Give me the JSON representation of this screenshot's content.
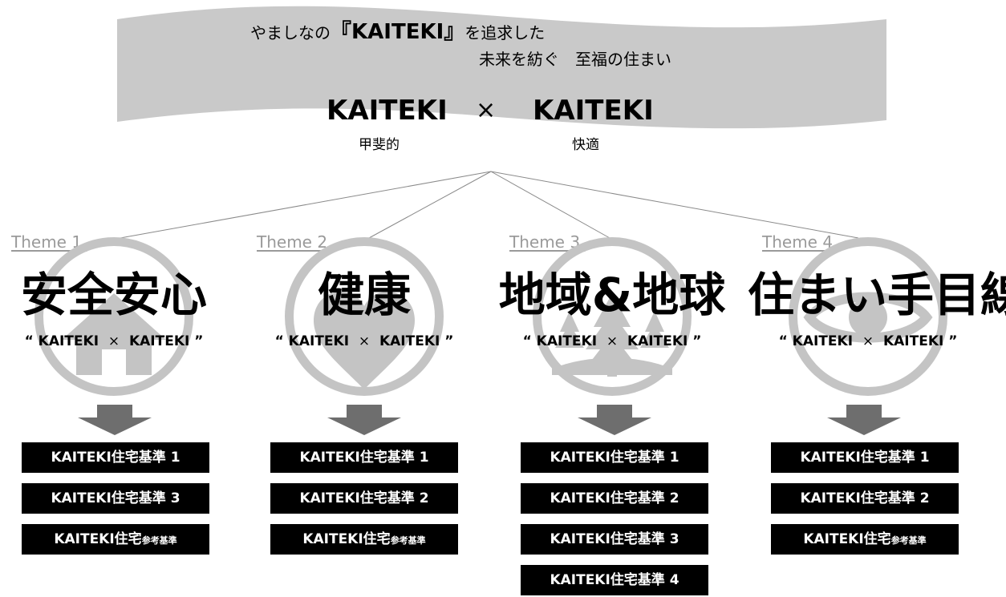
{
  "banner": {
    "line1_pre": "やましなの",
    "line1_open": "『",
    "line1_keyword": "KAITEKI",
    "line1_close": "』",
    "line1_post": "を追求した",
    "line2": "未来を紡ぐ　至福の住まい",
    "left_word": "KAITEKI",
    "times": "×",
    "right_word": "KAITEKI",
    "left_kanji": "甲斐的",
    "right_kanji": "快適"
  },
  "themes": [
    {
      "label": "Theme 1.",
      "title": "安全安心",
      "icon": "house-icon",
      "sub_open": "“ KAITEKI",
      "sub_x": "×",
      "sub_close": "KAITEKI ”",
      "badges": [
        {
          "main": "KAITEKI住宅基準 1",
          "suffix": ""
        },
        {
          "main": "KAITEKI住宅基準 3",
          "suffix": ""
        },
        {
          "main": "KAITEKI住宅",
          "suffix": "参考基準"
        }
      ]
    },
    {
      "label": "Theme 2.",
      "title": "健康",
      "icon": "heart-icon",
      "sub_open": "“ KAITEKI",
      "sub_x": "×",
      "sub_close": "KAITEKI ”",
      "badges": [
        {
          "main": "KAITEKI住宅基準 1",
          "suffix": ""
        },
        {
          "main": "KAITEKI住宅基準 2",
          "suffix": ""
        },
        {
          "main": "KAITEKI住宅",
          "suffix": "参考基準"
        }
      ]
    },
    {
      "label": "Theme 3.",
      "title": "地域&地球",
      "icon": "trees-icon",
      "sub_open": "“ KAITEKI",
      "sub_x": "×",
      "sub_close": "KAITEKI ”",
      "badges": [
        {
          "main": "KAITEKI住宅基準 1",
          "suffix": ""
        },
        {
          "main": "KAITEKI住宅基準 2",
          "suffix": ""
        },
        {
          "main": "KAITEKI住宅基準 3",
          "suffix": ""
        },
        {
          "main": "KAITEKI住宅基準 4",
          "suffix": ""
        }
      ]
    },
    {
      "label": "Theme 4.",
      "title": "住まい手目線",
      "icon": "eye-icon",
      "sub_open": "“ KAITEKI",
      "sub_x": "×",
      "sub_close": "KAITEKI ”",
      "badges": [
        {
          "main": "KAITEKI住宅基準 1",
          "suffix": ""
        },
        {
          "main": "KAITEKI住宅基準 2",
          "suffix": ""
        },
        {
          "main": "KAITEKI住宅",
          "suffix": "参考基準"
        }
      ]
    }
  ],
  "colors": {
    "banner": "#c9c9c9",
    "circle": "#c4c4c4",
    "icon": "#c4c4c4",
    "arrow": "#6e6e6e",
    "badge": "#000000",
    "theme_label": "#9a9a9a"
  }
}
